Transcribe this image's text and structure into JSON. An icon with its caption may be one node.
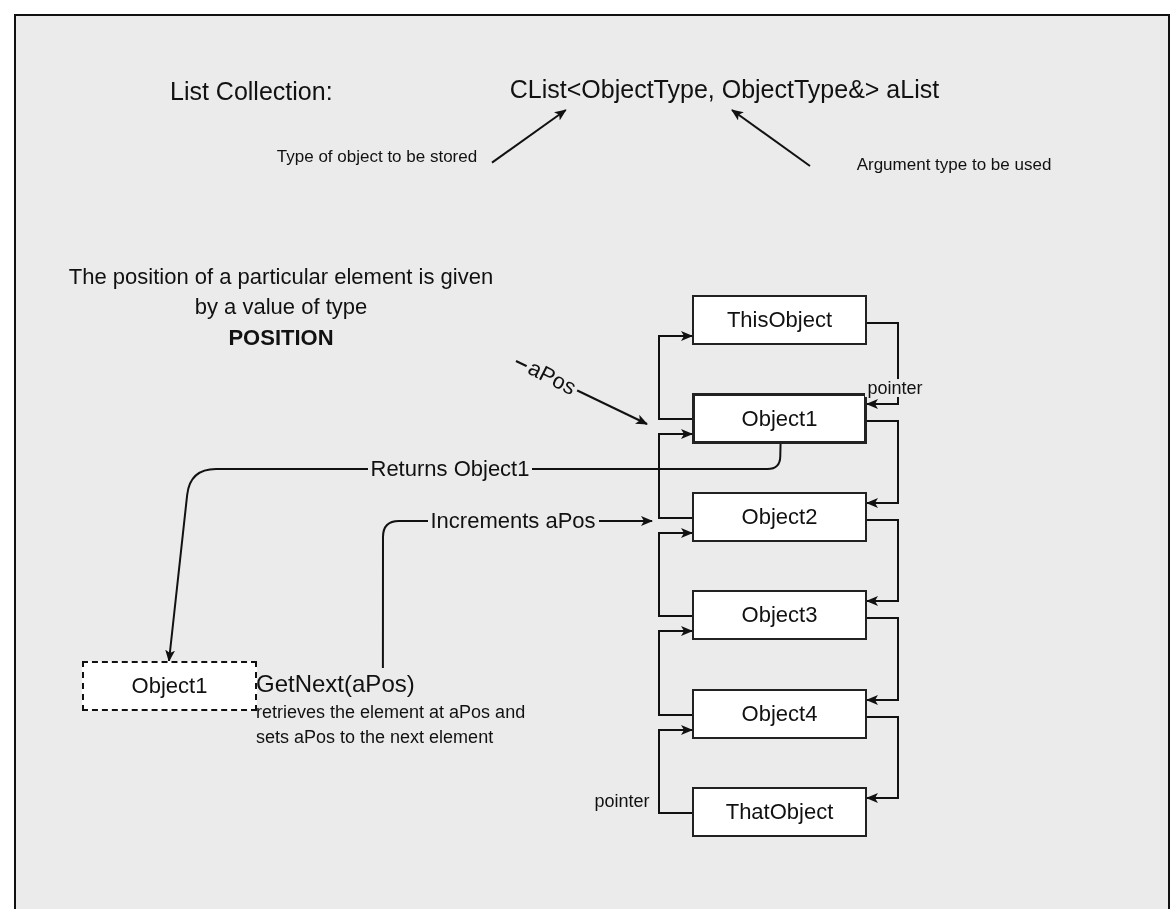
{
  "diagram": {
    "nodes": [
      {
        "text": [
          "CList<ObjectType, ObjectType&> aList"
        ]
      },
      {
        "text": [
          "Type of object to be stored"
        ]
      },
      {
        "text": [
          "Argument type to be used"
        ]
      },
      {
        "text": [
          "The position of a particular element is given by a value of type",
          "POSITION"
        ]
      },
      {
        "text": [
          "ThisObject"
        ]
      },
      {
        "text": [
          "Object1"
        ]
      },
      {
        "text": [
          "Object2"
        ]
      },
      {
        "text": [
          "Object3"
        ]
      },
      {
        "text": [
          "Object4"
        ]
      },
      {
        "text": [
          "ThatObject"
        ]
      },
      {
        "text": [
          "Object1"
        ]
      },
      {
        "text": [
          "GetNext(aPos)",
          "retrieves the element at aPos and sets aPos to the next element"
        ]
      }
    ],
    "edges": [
      {
        "from": 1,
        "to": 0,
        "arrow": "to"
      },
      {
        "from": 2,
        "to": 0,
        "arrow": "to"
      },
      {
        "from": 3,
        "to": null,
        "arrow": "to",
        "label": "aPos"
      },
      {
        "from": 4,
        "to": 5,
        "arrow": "to",
        "label": "pointer"
      },
      {
        "from": 5,
        "to": 6,
        "arrow": "to"
      },
      {
        "from": 6,
        "to": 7,
        "arrow": "to"
      },
      {
        "from": 7,
        "to": 8,
        "arrow": "to"
      },
      {
        "from": 8,
        "to": 9,
        "arrow": "to"
      },
      {
        "from": 5,
        "to": 4,
        "arrow": "to"
      },
      {
        "from": 6,
        "to": 5,
        "arrow": "to"
      },
      {
        "from": 7,
        "to": 6,
        "arrow": "to"
      },
      {
        "from": 8,
        "to": 7,
        "arrow": "to"
      },
      {
        "from": 9,
        "to": 8,
        "arrow": "to",
        "label": "pointer"
      },
      {
        "from": 5,
        "to": 10,
        "arrow": "to",
        "label": "Returns Object1"
      },
      {
        "from": 11,
        "to": null,
        "arrow": "to",
        "label": "Increments aPos"
      }
    ],
    "labels": [
      "List Collection:"
    ]
  }
}
